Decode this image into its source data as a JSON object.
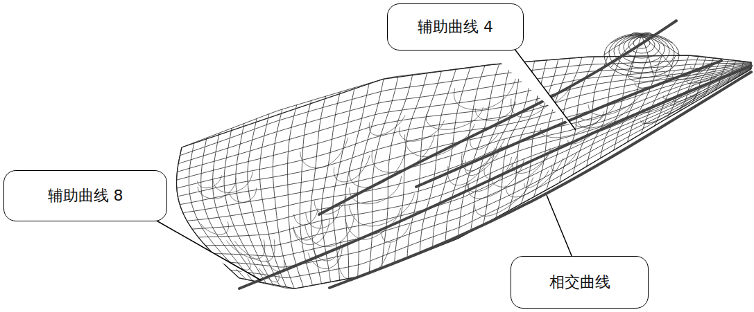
{
  "diagram": {
    "nodes": [
      {
        "text": [
          "辅助曲线 4"
        ]
      },
      {
        "text": [
          "辅助曲线 8"
        ]
      },
      {
        "text": [
          "相交曲线"
        ]
      }
    ]
  }
}
